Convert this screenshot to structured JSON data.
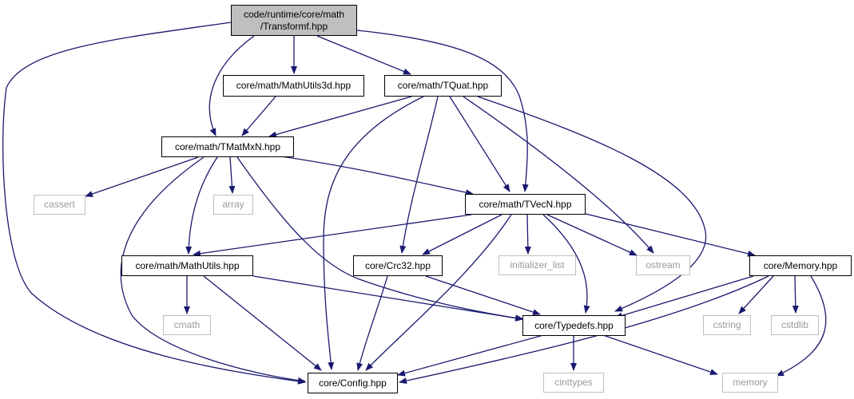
{
  "colors": {
    "edge": "#191970",
    "root_fill": "#bfbfbf",
    "external_border": "#bfbfbf"
  },
  "nodes": {
    "transformf": {
      "line1": "code/runtime/core/math",
      "line2": "/Transformf.hpp"
    },
    "mathutils3d": "core/math/MathUtils3d.hpp",
    "tquat": "core/math/TQuat.hpp",
    "tmatmxn": "core/math/TMatMxN.hpp",
    "cassert": "cassert",
    "array": "array",
    "tvecn": "core/math/TVecN.hpp",
    "mathutils": "core/math/MathUtils.hpp",
    "crc32": "core/Crc32.hpp",
    "initializer_list": "initializer_list",
    "ostream": "ostream",
    "memory_hpp": "core/Memory.hpp",
    "cmath": "cmath",
    "typedefs": "core/Typedefs.hpp",
    "cstring": "cstring",
    "cstdlib": "cstdlib",
    "config": "core/Config.hpp",
    "cinttypes": "cinttypes",
    "memory": "memory"
  }
}
